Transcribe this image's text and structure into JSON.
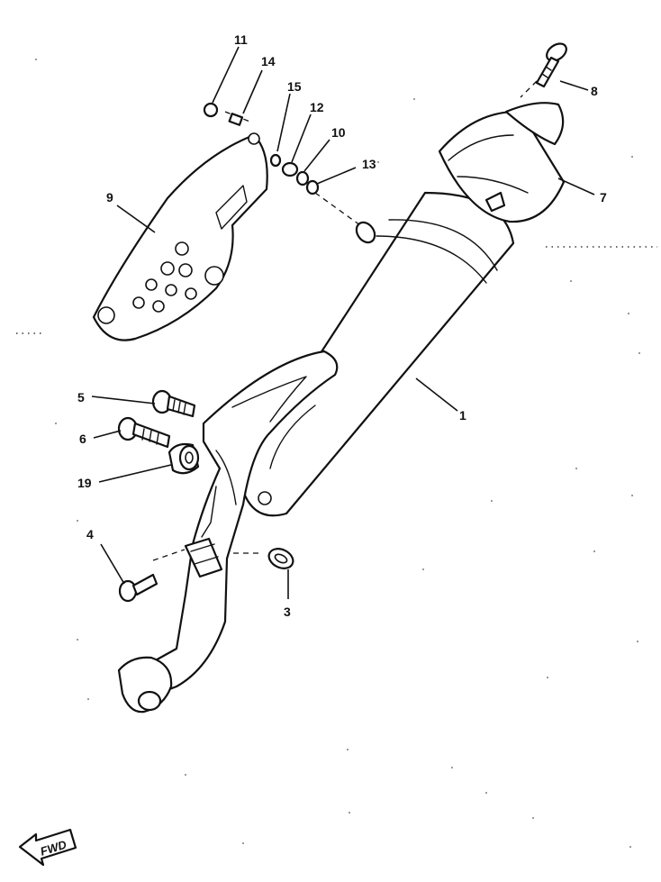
{
  "callouts": [
    "1",
    "3",
    "4",
    "5",
    "6",
    "7",
    "8",
    "9",
    "10",
    "11",
    "12",
    "13",
    "14",
    "15",
    "19"
  ],
  "direction_badge": "FWD",
  "colors": {
    "ink": "#111111",
    "paper": "#ffffff"
  }
}
